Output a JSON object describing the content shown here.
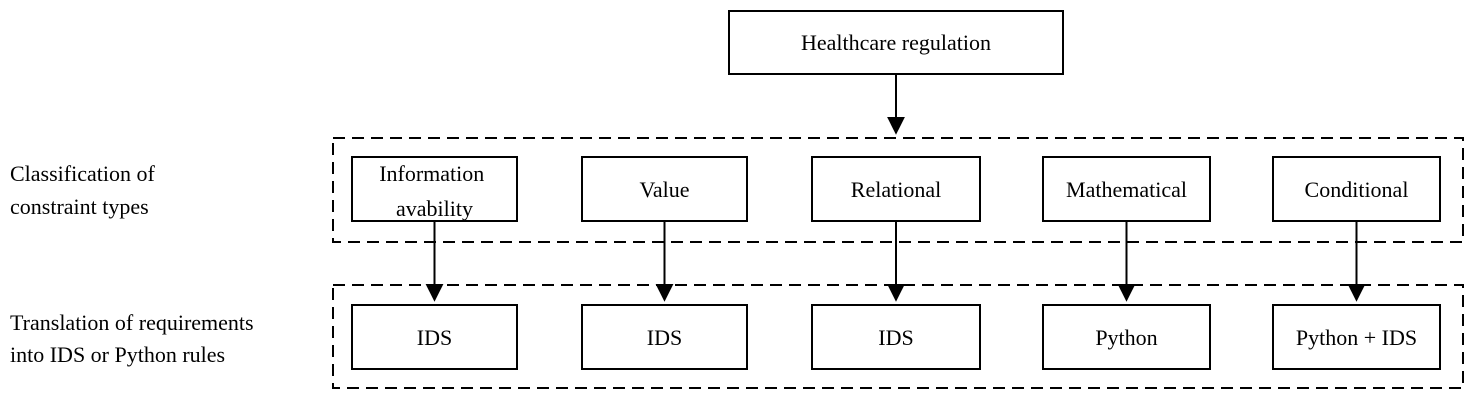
{
  "diagram": {
    "top": {
      "label": "Healthcare regulation"
    },
    "rows": [
      {
        "id": "classification",
        "label_lines": [
          "Classification of",
          "constraint types"
        ]
      },
      {
        "id": "translation",
        "label_lines": [
          "Translation of requirements",
          "into IDS or Python rules"
        ]
      }
    ],
    "constraint_types": [
      {
        "lines": [
          "Information",
          "avability"
        ]
      },
      {
        "lines": [
          "Value"
        ]
      },
      {
        "lines": [
          "Relational"
        ]
      },
      {
        "lines": [
          "Mathematical"
        ]
      },
      {
        "lines": [
          "Conditional"
        ]
      }
    ],
    "rule_targets": [
      {
        "lines": [
          "IDS"
        ]
      },
      {
        "lines": [
          "IDS"
        ]
      },
      {
        "lines": [
          "IDS"
        ]
      },
      {
        "lines": [
          "Python"
        ]
      },
      {
        "lines": [
          "Python + IDS"
        ]
      }
    ]
  }
}
